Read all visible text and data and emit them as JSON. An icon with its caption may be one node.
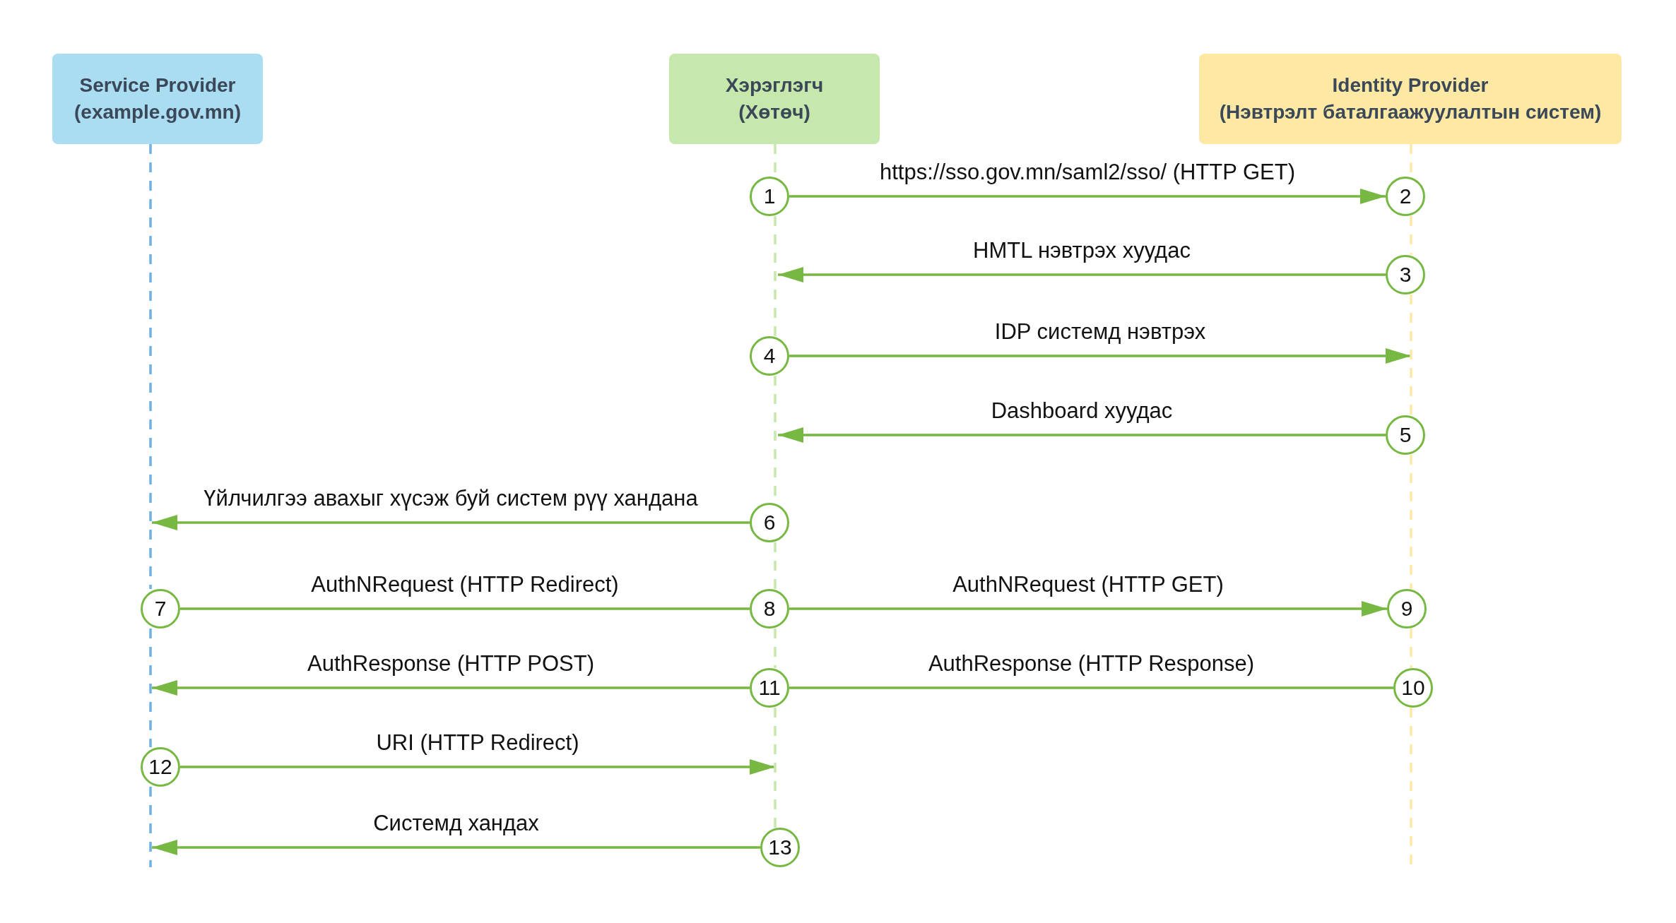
{
  "diagram": {
    "nodes": [
      {
        "text": [
          "Service Provider",
          "(example.gov.mn)"
        ]
      },
      {
        "text": [
          "Хэрэглэгч",
          "(Хөтөч)"
        ]
      },
      {
        "text": [
          "Identity Provider",
          "(Нэвтрэлт баталгаажуулалтын систем)"
        ]
      },
      {
        "text": [
          "1"
        ]
      },
      {
        "text": [
          "2"
        ]
      },
      {
        "text": [
          "3"
        ]
      },
      {
        "text": [
          "4"
        ]
      },
      {
        "text": [
          "5"
        ]
      },
      {
        "text": [
          "6"
        ]
      },
      {
        "text": [
          "7"
        ]
      },
      {
        "text": [
          "8"
        ]
      },
      {
        "text": [
          "9"
        ]
      },
      {
        "text": [
          "10"
        ]
      },
      {
        "text": [
          "11"
        ]
      },
      {
        "text": [
          "12"
        ]
      },
      {
        "text": [
          "13"
        ]
      }
    ],
    "edges": [
      {
        "from": 3,
        "to": 4,
        "arrow": "to",
        "label": "https://sso.gov.mn/saml2/sso/  (HTTP GET)"
      },
      {
        "from": 5,
        "to": null,
        "arrow": "to",
        "label": "HMTL нэвтрэх хуудас"
      },
      {
        "from": 6,
        "to": null,
        "arrow": "to",
        "label": "IDP системд нэвтрэх"
      },
      {
        "from": 7,
        "to": null,
        "arrow": "to",
        "label": "Dashboard хуудас"
      },
      {
        "from": 8,
        "to": null,
        "arrow": "to",
        "label": "Үйлчилгээ авахыг хүсэж буй систем рүү хандана"
      },
      {
        "from": 10,
        "to": 9,
        "arrow": "none",
        "label": "AuthNRequest (HTTP Redirect)"
      },
      {
        "from": 10,
        "to": 11,
        "arrow": "to",
        "label": "AuthNRequest (HTTP GET)"
      },
      {
        "from": 13,
        "to": null,
        "arrow": "to",
        "label": "AuthResponse (HTTP POST)"
      },
      {
        "from": 12,
        "to": 13,
        "arrow": "none",
        "label": "AuthResponse (HTTP Response)"
      },
      {
        "from": 14,
        "to": null,
        "arrow": "to",
        "label": "URI (HTTP Redirect)"
      },
      {
        "from": 15,
        "to": null,
        "arrow": "to",
        "label": "Системд хандах"
      },
      {
        "from": 0,
        "to": 9,
        "arrow": "none",
        "style": "dashed",
        "color": "#6cb2e2"
      },
      {
        "from": 9,
        "to": 14,
        "arrow": "none",
        "style": "dashed",
        "color": "#6cb2e2"
      },
      {
        "from": 14,
        "to": null,
        "arrow": "none",
        "style": "dashed",
        "color": "#6cb2e2"
      },
      {
        "from": 1,
        "to": 3,
        "arrow": "none",
        "style": "dashed",
        "color": "#c6e8ac"
      },
      {
        "from": 3,
        "to": 6,
        "arrow": "none",
        "style": "dashed",
        "color": "#c6e8ac"
      },
      {
        "from": 6,
        "to": 8,
        "arrow": "none",
        "style": "dashed",
        "color": "#c6e8ac"
      },
      {
        "from": 8,
        "to": 10,
        "arrow": "none",
        "style": "dashed",
        "color": "#c6e8ac"
      },
      {
        "from": 10,
        "to": 13,
        "arrow": "none",
        "style": "dashed",
        "color": "#c6e8ac"
      },
      {
        "from": 13,
        "to": 15,
        "arrow": "none",
        "style": "dashed",
        "color": "#c6e8ac"
      },
      {
        "from": 2,
        "to": 4,
        "arrow": "none",
        "style": "dashed",
        "color": "#fde9a4"
      },
      {
        "from": 4,
        "to": 5,
        "arrow": "none",
        "style": "dashed",
        "color": "#fde9a4"
      },
      {
        "from": 5,
        "to": 7,
        "arrow": "none",
        "style": "dashed",
        "color": "#fde9a4"
      },
      {
        "from": 7,
        "to": 11,
        "arrow": "none",
        "style": "dashed",
        "color": "#fde9a4"
      },
      {
        "from": 11,
        "to": 12,
        "arrow": "none",
        "style": "dashed",
        "color": "#fde9a4"
      },
      {
        "from": 12,
        "to": null,
        "arrow": "none",
        "style": "dashed",
        "color": "#fde9a4"
      }
    ]
  }
}
